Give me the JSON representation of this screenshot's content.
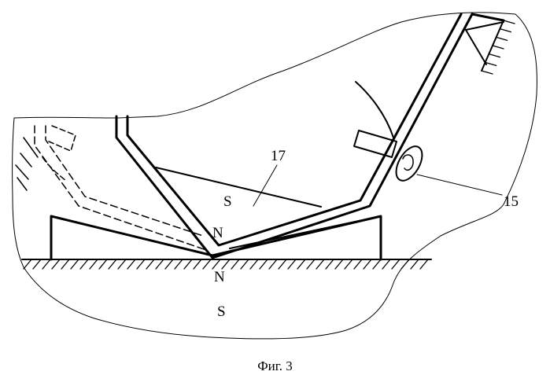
{
  "figure": {
    "caption": "Фиг. 3",
    "labels": {
      "ref_17": "17",
      "ref_15": "15",
      "magnet_upper_s": "S",
      "magnet_upper_n": "N",
      "magnet_lower_n": "N",
      "magnet_lower_s": "S"
    }
  }
}
